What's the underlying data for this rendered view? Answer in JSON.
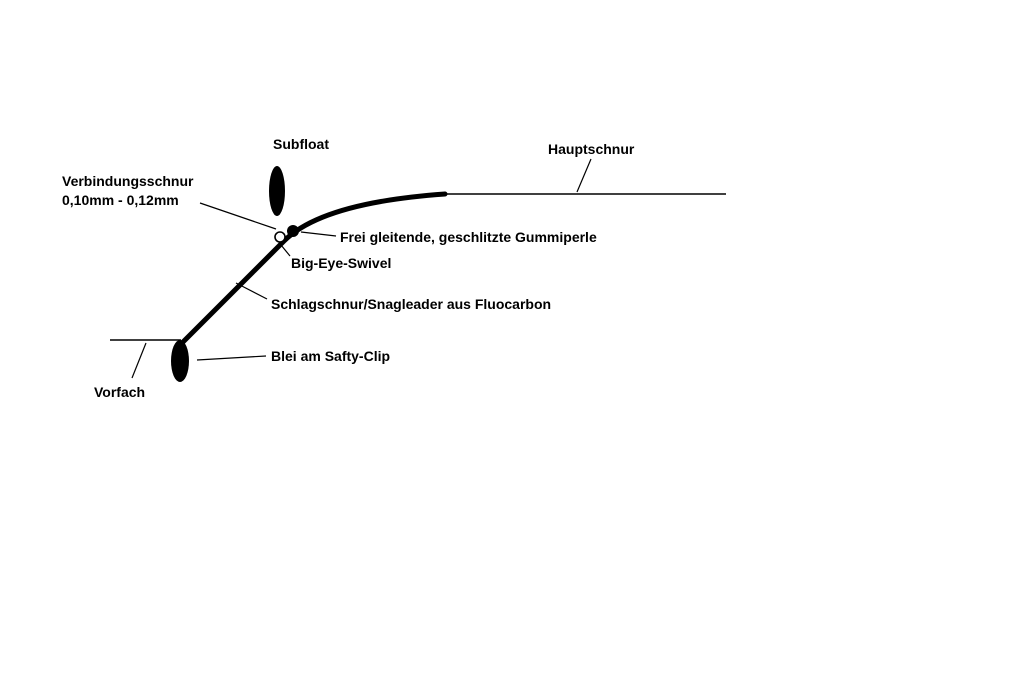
{
  "diagram": {
    "title": "Fishing rig schematic (German)",
    "labels": {
      "subfloat": "Subfloat",
      "hauptschnur": "Hauptschnur",
      "verbindungsschnur_line1": "Verbindungsschnur",
      "verbindungsschnur_line2": "0,10mm - 0,12mm",
      "gummiperle": "Frei gleitende, geschlitzte Gummiperle",
      "big_eye_swivel": "Big-Eye-Swivel",
      "schlagschnur": "Schlagschnur/Snagleader aus Fluocarbon",
      "blei": "Blei am Safty-Clip",
      "vorfach": "Vorfach"
    },
    "colors": {
      "line": "#000000",
      "background": "#ffffff"
    }
  }
}
